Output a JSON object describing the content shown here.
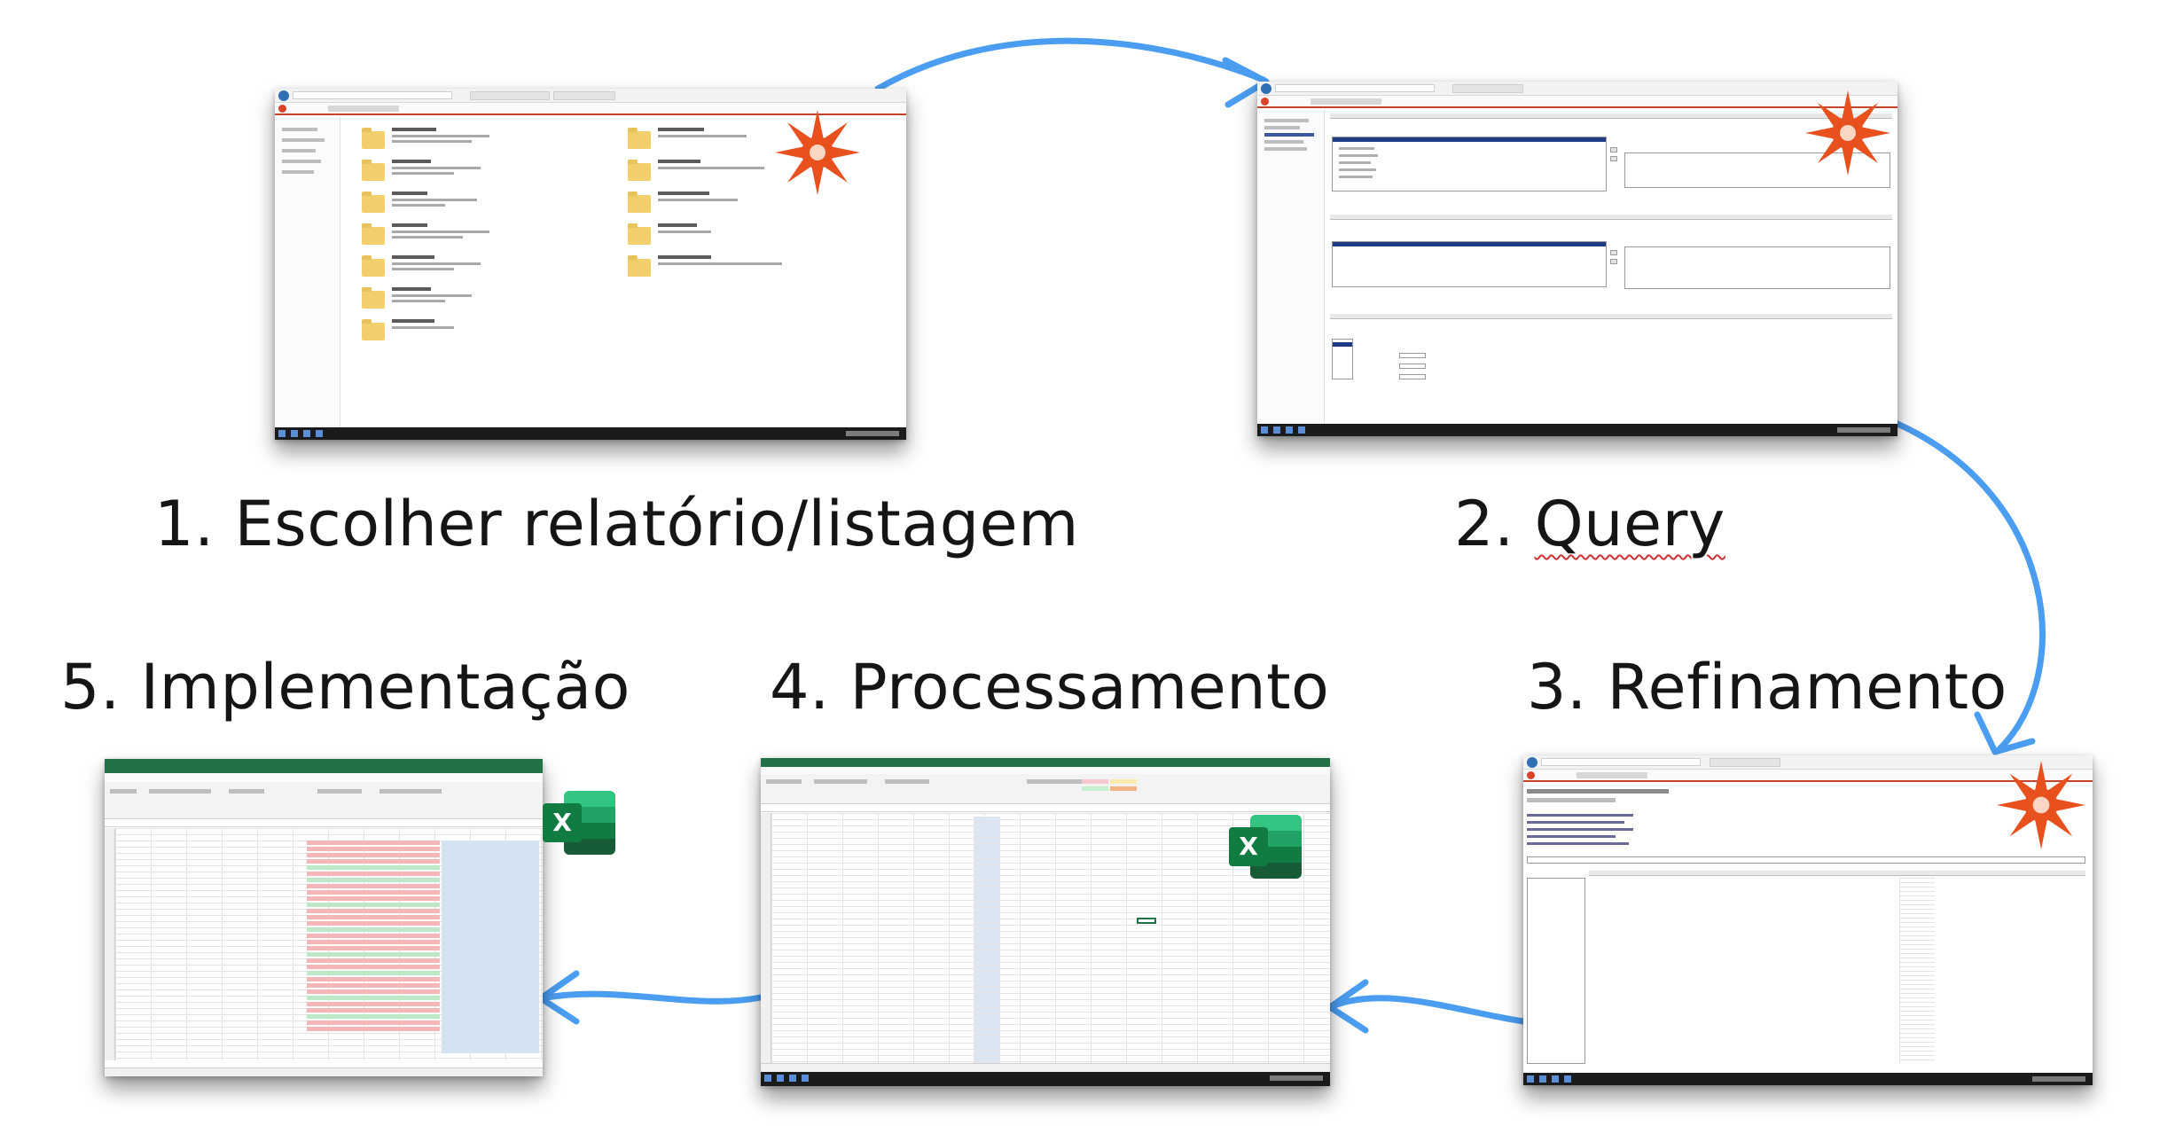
{
  "steps": [
    {
      "label": "1. Escolher relatório/listagem"
    },
    {
      "label": "2."
    },
    {
      "label": "Query"
    },
    {
      "label": "3. Refinamento"
    },
    {
      "label": "4. Processamento"
    },
    {
      "label": "5. Implementação"
    }
  ],
  "colors": {
    "arrow": "#4a9df0",
    "text": "#151515",
    "sun_orange": "#e8501e",
    "excel_green": "#217346"
  },
  "icons": {
    "logo": "sun-logo-icon",
    "excel": "excel-logo-icon"
  }
}
